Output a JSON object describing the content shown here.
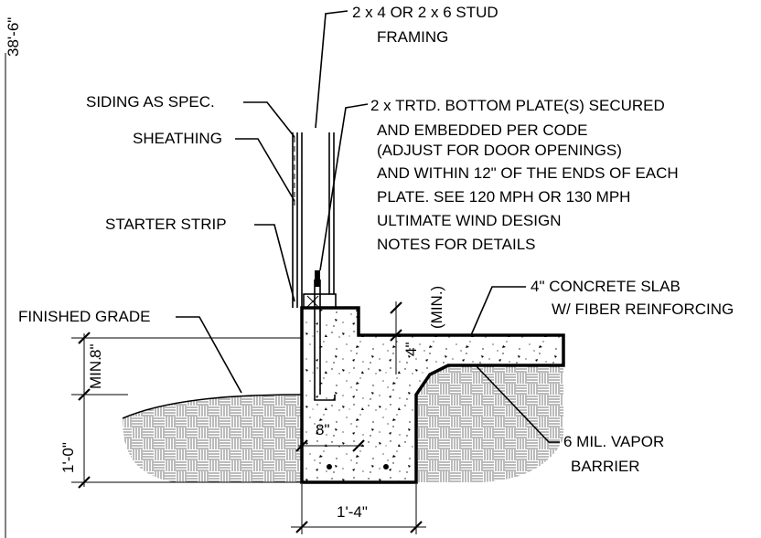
{
  "labels": {
    "stud_line1": "2 x 4 OR 2 x 6  STUD",
    "stud_line2": "FRAMING",
    "siding": "SIDING AS SPEC.",
    "sheathing": "SHEATHING",
    "starter": "STARTER STRIP",
    "plate_line1": "2 x  TRTD. BOTTOM PLATE(S)  SECURED",
    "plate_line2": "AND EMBEDDED PER CODE",
    "plate_line3": "(ADJUST FOR DOOR OPENINGS)",
    "plate_line4": "AND WITHIN 12\" OF THE ENDS OF EACH",
    "plate_line5": "PLATE. SEE 120 MPH OR 130 MPH",
    "plate_line6": "ULTIMATE WIND DESIGN",
    "plate_line7": "NOTES FOR DETAILS",
    "slab_line1": "4\" CONCRETE SLAB",
    "slab_line2": "W/ FIBER REINFORCING",
    "grade": "FINISHED GRADE",
    "vapor_line1": "6 MIL. VAPOR",
    "vapor_line2": "BARRIER"
  },
  "dimensions": {
    "overall": "38'-6\"",
    "grade_8": "8\"",
    "grade_min": "MIN.",
    "depth": "1'-0\"",
    "slab_4": "4\"",
    "slab_min": "(MIN.)",
    "stem_8": "8\"",
    "footing_width": "1'-4\""
  }
}
